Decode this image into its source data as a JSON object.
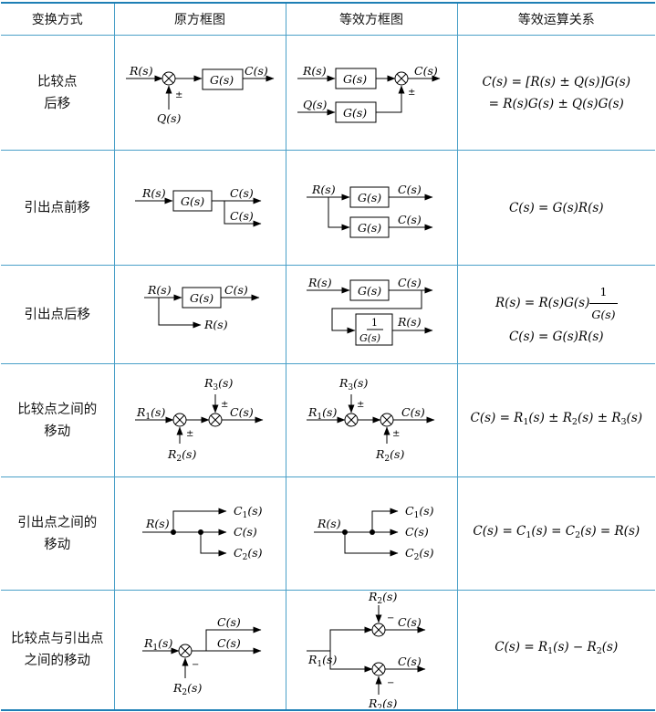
{
  "headers": [
    "变换方式",
    "原方框图",
    "等效方框图",
    "等效运算关系"
  ],
  "rows": [
    {
      "name": [
        "比较点",
        "后移"
      ],
      "relation": [
        "C(s) = [R(s) ± Q(s)]G(s)",
        "= R(s)G(s) ± Q(s)G(s)"
      ]
    },
    {
      "name": [
        "引出点前移"
      ],
      "relation": [
        "C(s) = G(s)R(s)"
      ]
    },
    {
      "name": [
        "引出点后移"
      ],
      "relation": [
        "R(s) = R(s)G(s)·1/G(s)",
        "C(s) = G(s)R(s)"
      ]
    },
    {
      "name": [
        "比较点之间的",
        "移动"
      ],
      "relation": [
        "C(s) = R1(s) ± R2(s) ± R3(s)"
      ]
    },
    {
      "name": [
        "引出点之间的",
        "移动"
      ],
      "relation": [
        "C(s) = C1(s) = C2(s) = R(s)"
      ]
    },
    {
      "name": [
        "比较点与引出点",
        "之间的移动"
      ],
      "relation": [
        "C(s) = R1(s) − R2(s)"
      ]
    }
  ],
  "diagram_labels": {
    "R": "R(s)",
    "C": "C(s)",
    "Q": "Q(s)",
    "G": "G(s)",
    "one": "1",
    "R1": "R",
    "R2": "R",
    "R3": "R",
    "C1": "C",
    "C2": "C",
    "one_sub": "1",
    "two_sub": "2",
    "three_sub": "3",
    "s_arg": "(s)",
    "pm": "±",
    "minus": "−"
  }
}
